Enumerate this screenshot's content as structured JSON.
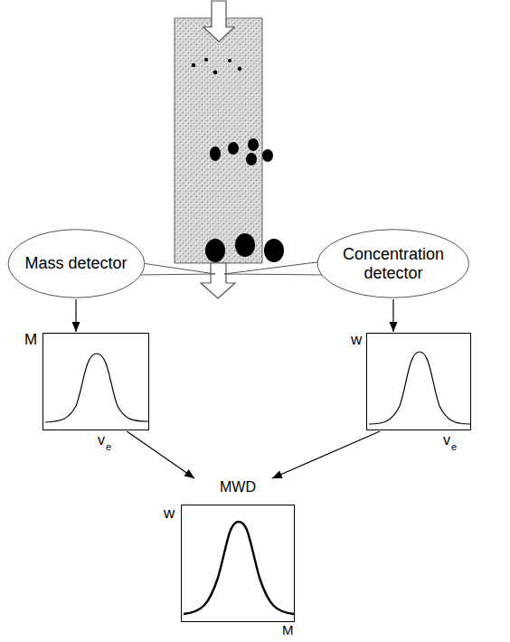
{
  "diagram": {
    "nodes": [
      {
        "text": [
          "Mass detector"
        ]
      },
      {
        "text": [
          "Concentration detector"
        ]
      },
      {
        "text": [
          "M",
          "v",
          "e"
        ]
      },
      {
        "text": [
          "w",
          "v",
          "e"
        ]
      },
      {
        "text": [
          "MWD",
          "w",
          "M"
        ]
      }
    ],
    "edges": [
      {
        "from": 0,
        "to": 2,
        "arrow": "to"
      },
      {
        "from": 1,
        "to": 3,
        "arrow": "to"
      },
      {
        "from": 2,
        "to": 4,
        "arrow": "to"
      },
      {
        "from": 3,
        "to": 4,
        "arrow": "to"
      }
    ]
  }
}
